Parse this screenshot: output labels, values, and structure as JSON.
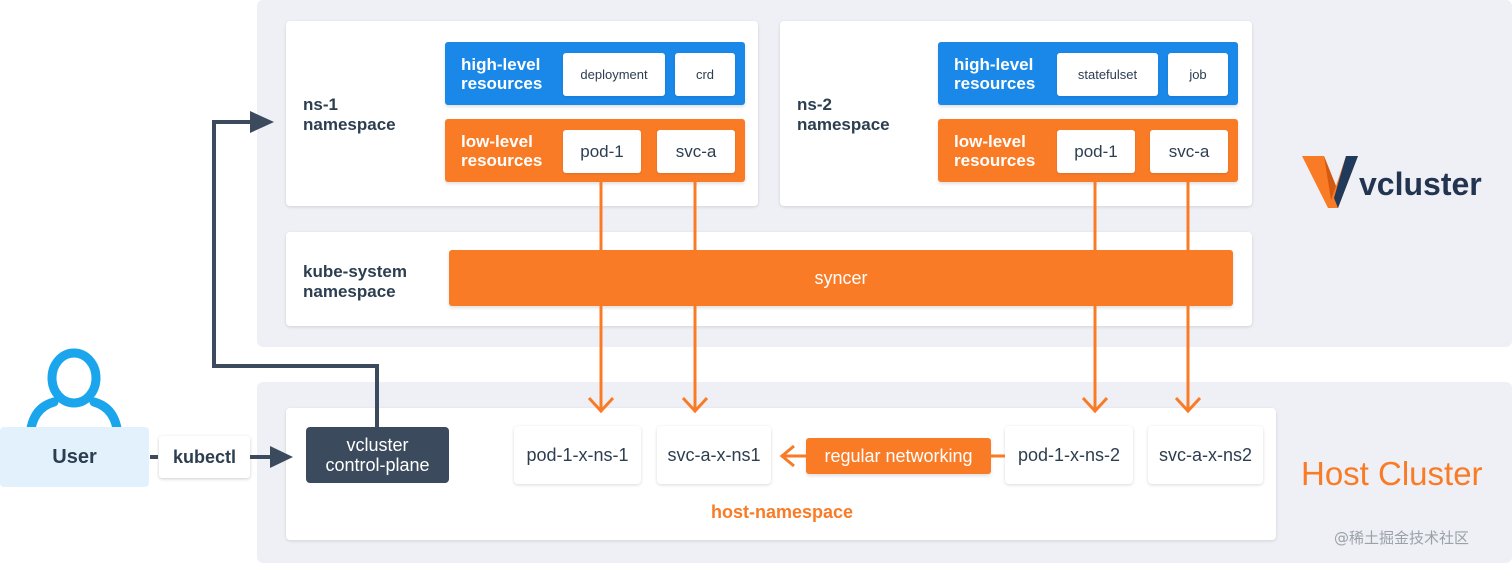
{
  "virtual_cluster": {
    "brand": "vcluster",
    "namespaces": [
      {
        "label": "ns-1\nnamespace",
        "high_level_label": "high-level\nresources",
        "high_level_items": [
          "deployment",
          "crd"
        ],
        "low_level_label": "low-level\nresources",
        "low_level_items": [
          "pod-1",
          "svc-a"
        ]
      },
      {
        "label": "ns-2\nnamespace",
        "high_level_label": "high-level\nresources",
        "high_level_items": [
          "statefulset",
          "job"
        ],
        "low_level_label": "low-level\nresources",
        "low_level_items": [
          "pod-1",
          "svc-a"
        ]
      }
    ],
    "kube_system_label": "kube-system\nnamespace",
    "syncer": "syncer"
  },
  "host_cluster": {
    "title": "Host Cluster",
    "namespace_label": "host-namespace",
    "resources": [
      "pod-1-x-ns-1",
      "svc-a-x-ns1",
      "pod-1-x-ns-2",
      "svc-a-x-ns2"
    ],
    "networking": "regular networking"
  },
  "user": {
    "label": "User",
    "tool": "kubectl"
  },
  "control_plane": "vcluster\ncontrol-plane",
  "watermark": "@稀土掘金技术社区",
  "colors": {
    "orange": "#f97b26",
    "blue": "#1a88e8",
    "dark": "#3b4a5c",
    "user_blue": "#1aa5ec"
  },
  "icons": [
    "user-icon",
    "vcluster-logo-icon"
  ]
}
